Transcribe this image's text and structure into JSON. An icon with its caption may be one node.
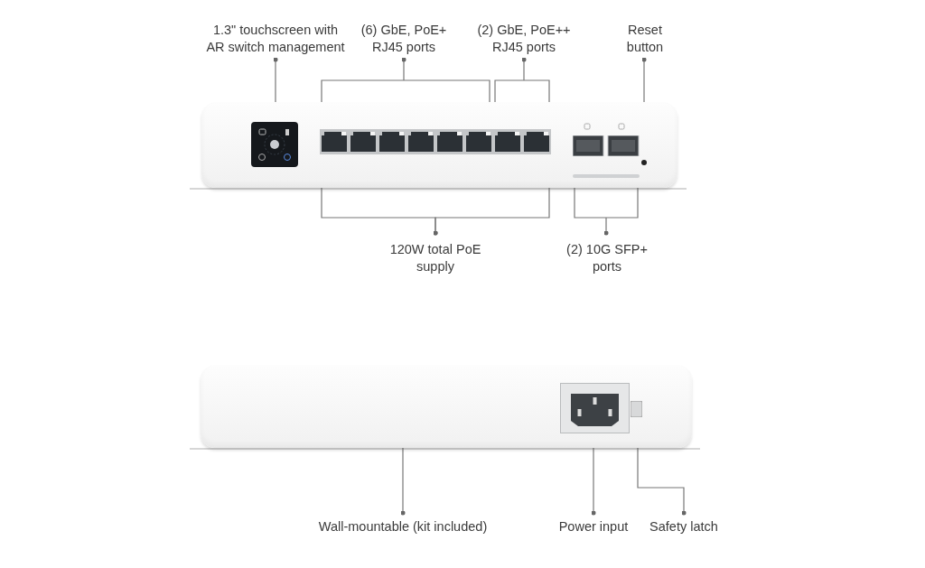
{
  "diagram": {
    "nodes": [
      {
        "text": [],
        "shape": "picture"
      },
      {
        "text": [],
        "shape": "box",
        "in": 0
      },
      {
        "text": [],
        "shape": "box",
        "in": 0
      },
      {
        "text": [],
        "shape": "box",
        "in": 0
      },
      {
        "text": [],
        "shape": "circle",
        "in": 0
      },
      {
        "text": [],
        "shape": "box",
        "in": 0
      },
      {
        "text": [
          "1.3\" touchscreen with AR switch management"
        ]
      },
      {
        "text": [
          "(6) GbE, PoE+ RJ45 ports"
        ]
      },
      {
        "text": [
          "(2) GbE, PoE++ RJ45 ports"
        ]
      },
      {
        "text": [
          "Reset button"
        ]
      },
      {
        "text": [
          "120W total PoE supply"
        ]
      },
      {
        "text": [
          "(2) 10G SFP+ ports"
        ]
      },
      {
        "text": [],
        "shape": "picture"
      },
      {
        "text": [],
        "shape": "box",
        "in": 12
      },
      {
        "text": [],
        "shape": "box",
        "in": 12
      },
      {
        "text": [
          "Wall-mountable (kit included)"
        ]
      },
      {
        "text": [
          "Power input"
        ]
      },
      {
        "text": [
          "Safety latch"
        ]
      }
    ],
    "edges": [
      {
        "from": 6,
        "to": 1,
        "arrow": "other"
      },
      {
        "from": 7,
        "to": 2,
        "arrow": "other"
      },
      {
        "from": 8,
        "to": 3,
        "arrow": "other"
      },
      {
        "from": 9,
        "to": 4,
        "arrow": "other"
      },
      {
        "from": 10,
        "to": 2,
        "arrow": "other"
      },
      {
        "from": 10,
        "to": 3,
        "arrow": "other"
      },
      {
        "from": 11,
        "to": 5,
        "arrow": "other"
      },
      {
        "from": 15,
        "to": 12,
        "arrow": "other"
      },
      {
        "from": 16,
        "to": 13,
        "arrow": "other"
      },
      {
        "from": 17,
        "to": 14,
        "arrow": "other"
      }
    ]
  }
}
